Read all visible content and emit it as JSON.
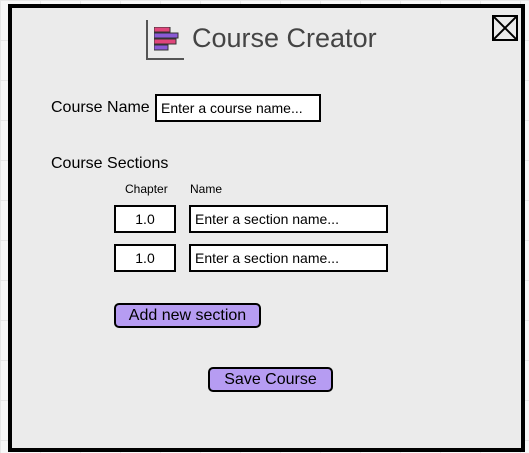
{
  "dialog": {
    "title": "Course Creator",
    "close_icon": "close-x-box-icon",
    "logo_icon": "stacked-bars-icon"
  },
  "course": {
    "name_label": "Course Name",
    "name_placeholder": "Enter a course name...",
    "name_value": ""
  },
  "sections": {
    "label": "Course Sections",
    "columns": [
      "Chapter",
      "Name"
    ],
    "rows": [
      {
        "chapter": "1.0",
        "name_placeholder": "Enter a section name...",
        "name_value": ""
      },
      {
        "chapter": "1.0",
        "name_placeholder": "Enter a section name...",
        "name_value": ""
      }
    ],
    "add_button_label": "Add new section"
  },
  "save_button_label": "Save Course",
  "colors": {
    "button_fill": "#b69cf2",
    "logo_bar_pink": "#e0457b",
    "logo_bar_purple": "#8a5ad6",
    "dialog_bg": "#ebebeb"
  }
}
